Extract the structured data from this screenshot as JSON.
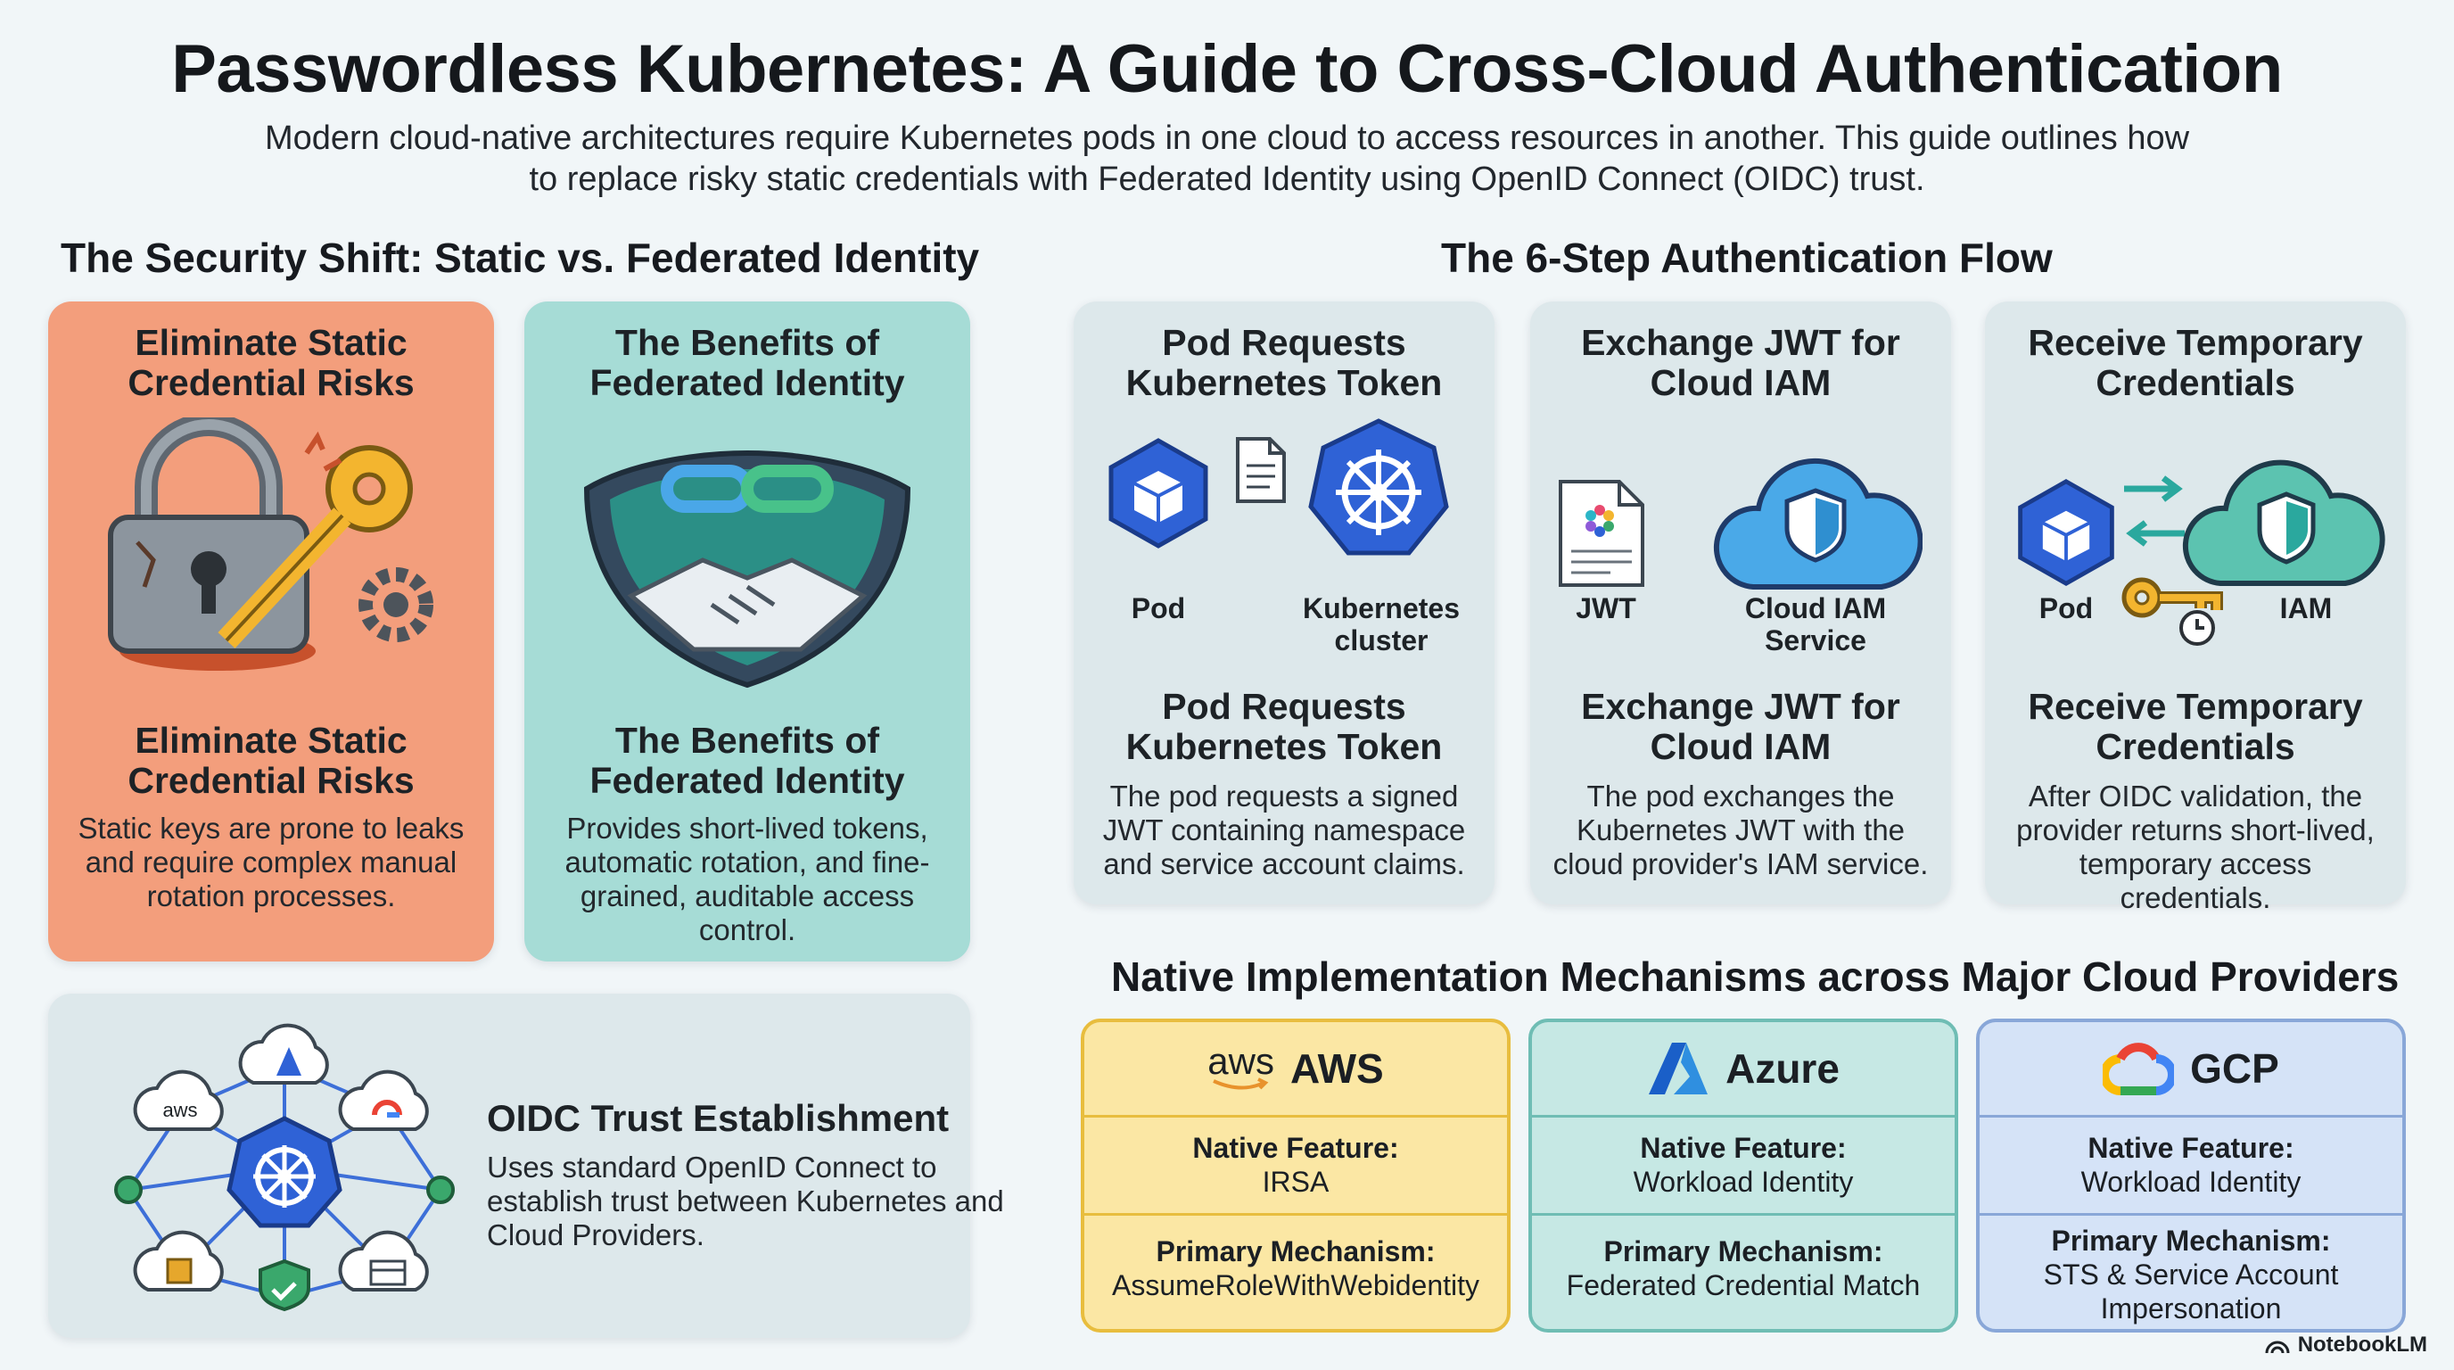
{
  "header": {
    "title": "Passwordless Kubernetes: A Guide to Cross-Cloud Authentication",
    "subtitle_line1": "Modern cloud-native architectures require Kubernetes pods in one cloud to access resources in another. This guide outlines how",
    "subtitle_line2": "to replace risky static credentials with Federated Identity using OpenID Connect (OIDC) trust."
  },
  "security_shift": {
    "heading": "The Security Shift: Static vs. Federated Identity",
    "static_card": {
      "title_line1": "Eliminate Static",
      "title_line2": "Credential Risks",
      "body_title_line1": "Eliminate Static",
      "body_title_line2": "Credential Risks",
      "text": "Static keys are prone to leaks and require complex manual rotation processes."
    },
    "federated_card": {
      "title_line1": "The Benefits of",
      "title_line2": "Federated Identity",
      "body_title_line1": "The Benefits of",
      "body_title_line2": "Federated Identity",
      "text": "Provides short-lived tokens, automatic rotation, and fine-grained, auditable access control."
    },
    "oidc_card": {
      "title": "OIDC Trust Establishment",
      "text": "Uses standard OpenID Connect to establish trust between Kubernetes and Cloud Providers.",
      "aws_label": "aws"
    }
  },
  "flow": {
    "heading": "The 6-Step Authentication Flow",
    "steps": [
      {
        "title_line1": "Pod Requests",
        "title_line2": "Kubernetes Token",
        "label_a": "Pod",
        "label_b_line1": "Kubernetes",
        "label_b_line2": "cluster",
        "body_title_line1": "Pod Requests",
        "body_title_line2": "Kubernetes Token",
        "text": "The pod requests a signed JWT containing namespace and service account claims."
      },
      {
        "title_line1": "Exchange JWT for",
        "title_line2": "Cloud IAM",
        "label_a": "JWT",
        "label_b_line1": "Cloud IAM",
        "label_b_line2": "Service",
        "body_title_line1": "Exchange JWT for",
        "body_title_line2": "Cloud IAM",
        "text": "The pod exchanges the Kubernetes JWT with the cloud provider's IAM service."
      },
      {
        "title_line1": "Receive Temporary",
        "title_line2": "Credentials",
        "label_a": "Pod",
        "label_b_line1": "IAM",
        "label_b_line2": "",
        "body_title_line1": "Receive Temporary",
        "body_title_line2": "Credentials",
        "text": "After OIDC validation, the provider returns short-lived, temporary access credentials."
      }
    ]
  },
  "providers": {
    "heading": "Native Implementation Mechanisms across Major Cloud Providers",
    "items": [
      {
        "name": "AWS",
        "logo_text": "aws",
        "feature_label": "Native Feature:",
        "feature": "IRSA",
        "mechanism_label": "Primary Mechanism:",
        "mechanism": "AssumeRoleWithWebidentity"
      },
      {
        "name": "Azure",
        "feature_label": "Native Feature:",
        "feature": "Workload Identity",
        "mechanism_label": "Primary Mechanism:",
        "mechanism": "Federated Credential Match"
      },
      {
        "name": "GCP",
        "feature_label": "Native Feature:",
        "feature": "Workload Identity",
        "mechanism_label": "Primary Mechanism:",
        "mechanism": "STS & Service Account Impersonation"
      }
    ]
  },
  "footer": {
    "brand": "NotebookLM"
  },
  "colors": {
    "static_card": "#f39e7c",
    "federated_card": "#a6dcd6",
    "flow_card": "#dde8eb",
    "oidc_card": "#dde8eb",
    "aws_fill": "#fbe7a4",
    "aws_border": "#e8bd3e",
    "azure_fill": "#c6e8e4",
    "azure_border": "#6fbdb4",
    "gcp_fill": "#d5e3f7",
    "gcp_border": "#89a7d8",
    "k8s_blue": "#2f62d6"
  }
}
